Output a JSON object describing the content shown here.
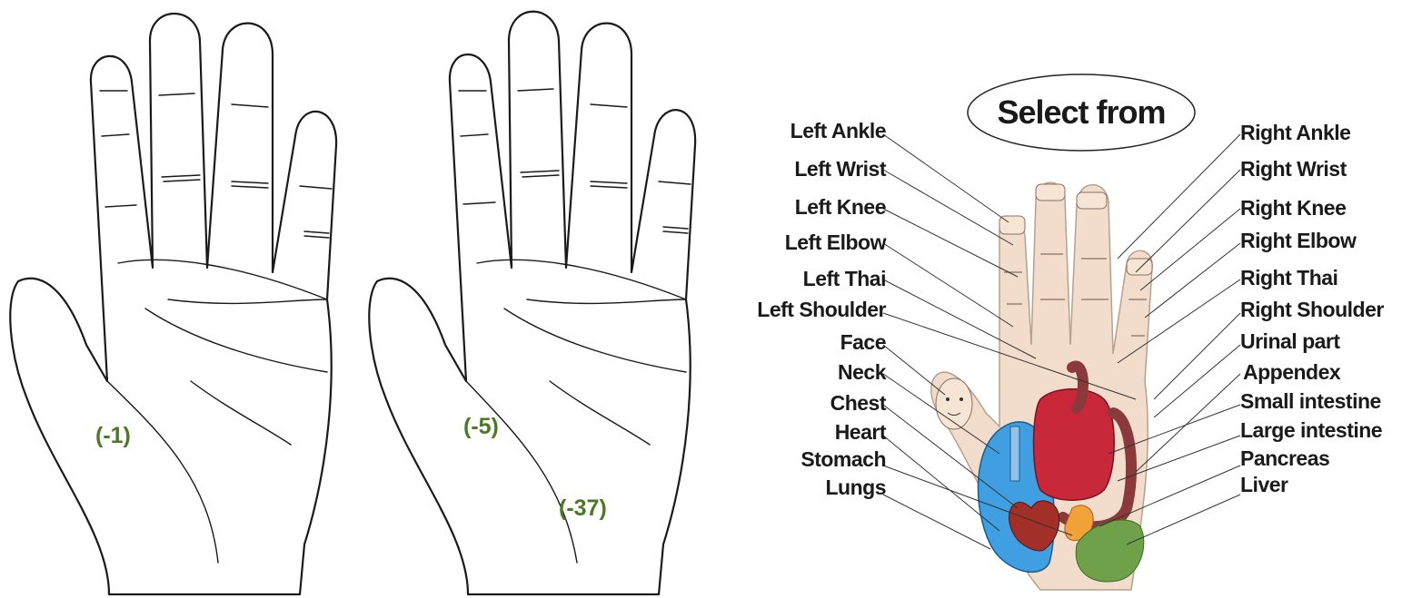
{
  "hand1": {
    "markers": [
      "(-1)"
    ]
  },
  "hand2": {
    "markers": [
      "(-5)",
      "(-37)"
    ]
  },
  "reflex_chart": {
    "title": "Select from",
    "left_labels": [
      "Left Ankle",
      "Left Wrist",
      "Left Knee",
      "Left Elbow",
      "Left Thai",
      "Left Shoulder",
      "Face",
      "Neck",
      "Chest",
      "Heart",
      "Stomach",
      "Lungs"
    ],
    "right_labels": [
      "Right Ankle",
      "Right Wrist",
      "Right Knee",
      "Right Elbow",
      "Right Thai",
      "Right Shoulder",
      "Urinal part",
      "Appendex",
      "Small intestine",
      "Large intestine",
      "Pancreas",
      "Liver"
    ]
  },
  "colors": {
    "marker_green": "#4a7a25",
    "skin": "#f2dccb",
    "lungs": "#3f9fe0",
    "intestine": "#c8283a",
    "large_intestine": "#8a3a3a",
    "liver": "#6fa04a",
    "stomach": "#f3a23a"
  }
}
